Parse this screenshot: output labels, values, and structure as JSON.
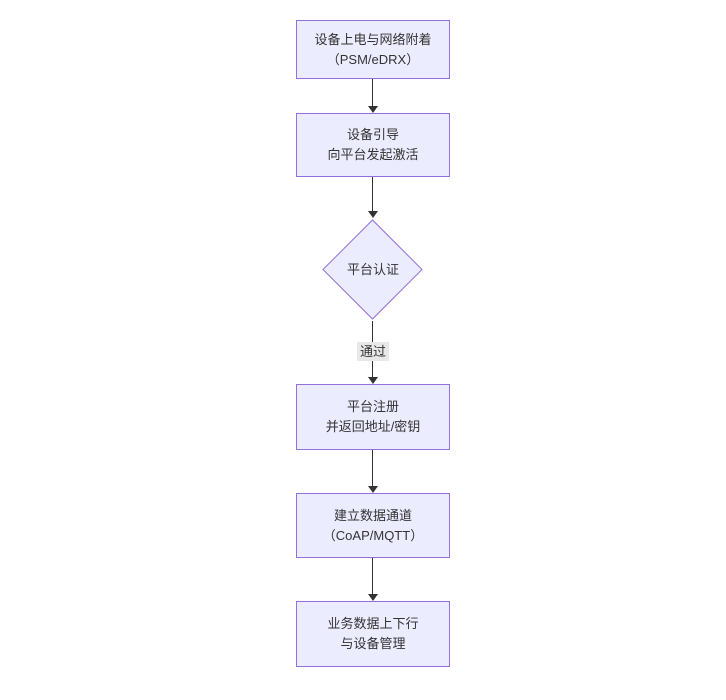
{
  "diagram": {
    "type": "flowchart-top-down",
    "colors": {
      "background": "#ffffff",
      "node_fill": "#ECECFF",
      "node_border": "#9370DB",
      "edge_color": "#333333",
      "edge_label_bg": "#e8e8e8",
      "text_color": "#333333"
    },
    "nodes": [
      {
        "id": "A",
        "shape": "rect",
        "lines": [
          "设备上电与网络附着",
          "（PSM/eDRX）"
        ]
      },
      {
        "id": "B",
        "shape": "rect",
        "lines": [
          "设备引导",
          "向平台发起激活"
        ]
      },
      {
        "id": "C",
        "shape": "diamond",
        "lines": [
          "平台认证"
        ]
      },
      {
        "id": "D",
        "shape": "rect",
        "lines": [
          "平台注册",
          "并返回地址/密钥"
        ]
      },
      {
        "id": "E",
        "shape": "rect",
        "lines": [
          "建立数据通道",
          "（CoAP/MQTT）"
        ]
      },
      {
        "id": "F",
        "shape": "rect",
        "lines": [
          "业务数据上下行",
          "与设备管理"
        ]
      }
    ],
    "edges": [
      {
        "from": "A",
        "to": "B",
        "label": ""
      },
      {
        "from": "B",
        "to": "C",
        "label": ""
      },
      {
        "from": "C",
        "to": "D",
        "label": "通过"
      },
      {
        "from": "D",
        "to": "E",
        "label": ""
      },
      {
        "from": "E",
        "to": "F",
        "label": ""
      }
    ]
  }
}
